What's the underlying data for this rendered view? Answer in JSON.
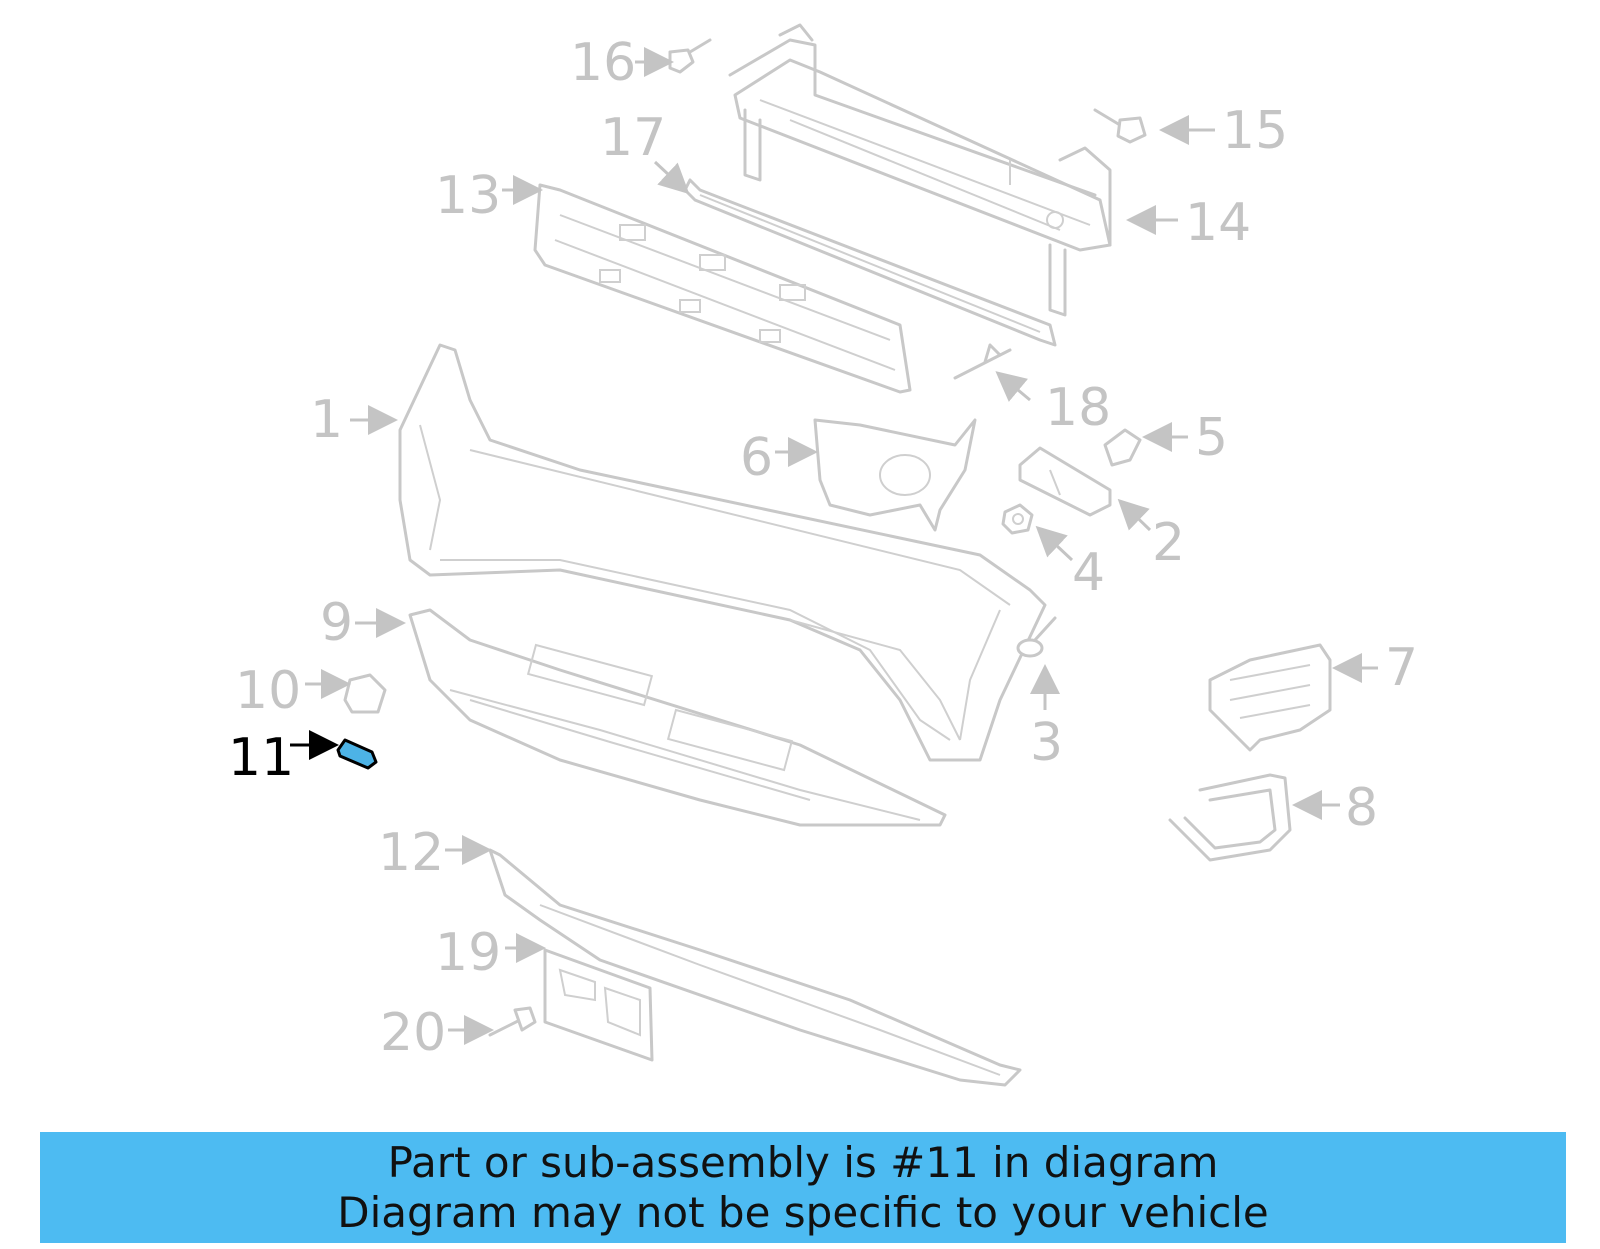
{
  "callouts": {
    "c1": "1",
    "c2": "2",
    "c3": "3",
    "c4": "4",
    "c5": "5",
    "c6": "6",
    "c7": "7",
    "c8": "8",
    "c9": "9",
    "c10": "10",
    "c11": "11",
    "c12": "12",
    "c13": "13",
    "c14": "14",
    "c15": "15",
    "c16": "16",
    "c17": "17",
    "c18": "18",
    "c19": "19",
    "c20": "20"
  },
  "highlighted_part": "11",
  "colors": {
    "banner": "#4dbbf2",
    "highlight_part": "#4db3e6",
    "line_gray": "#c8c8c8"
  },
  "banner": {
    "line1": "Part or sub-assembly is #11 in diagram",
    "line2": "Diagram may not be specific to your vehicle"
  }
}
